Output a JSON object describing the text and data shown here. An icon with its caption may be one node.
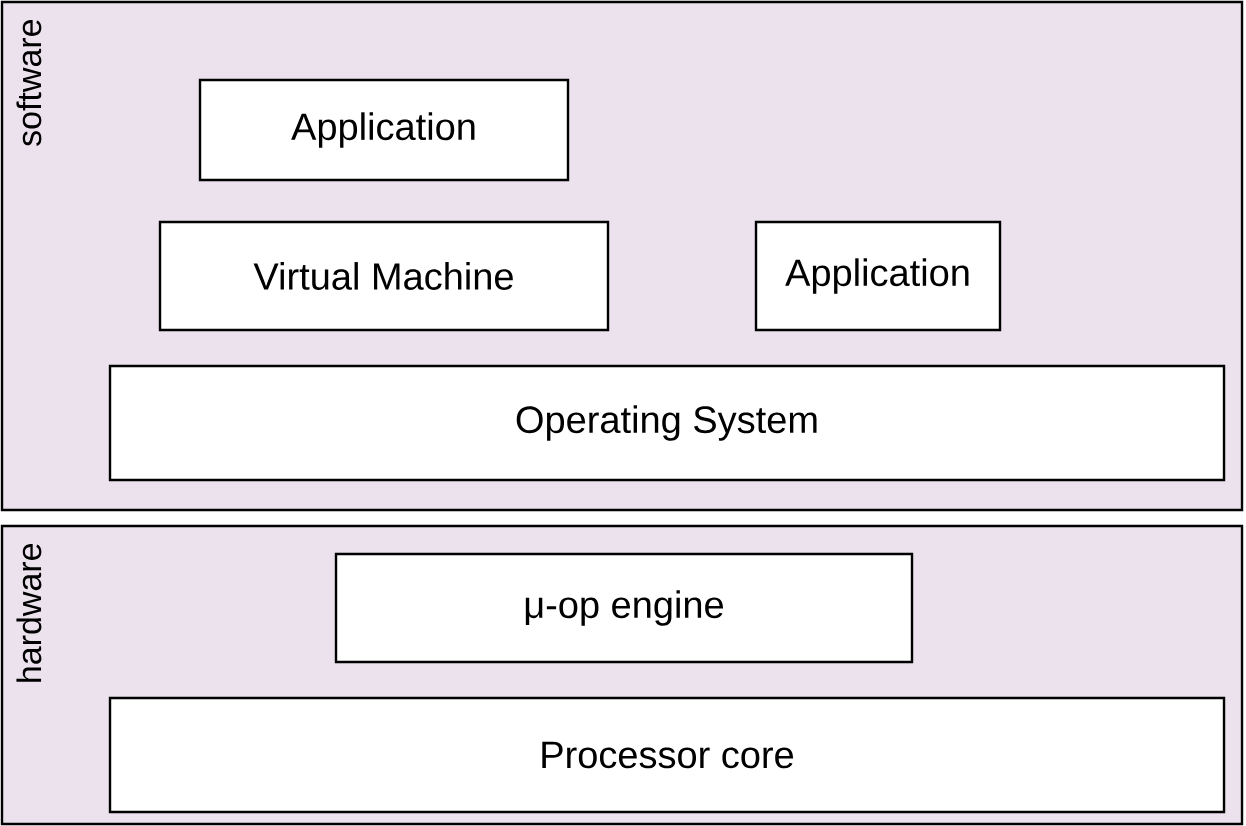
{
  "diagram": {
    "nodes": [
      {
        "text": [
          "software"
        ]
      },
      {
        "text": [
          "Application"
        ],
        "in": 0
      },
      {
        "text": [
          "Virtual Machine"
        ],
        "in": 0
      },
      {
        "text": [
          "Application"
        ],
        "in": 0
      },
      {
        "text": [
          "Operating System"
        ],
        "in": 0
      },
      {
        "text": [
          "hardware"
        ]
      },
      {
        "text": [
          "μ-op engine"
        ],
        "in": 5
      },
      {
        "text": [
          "Processor core"
        ],
        "in": 5
      }
    ]
  }
}
